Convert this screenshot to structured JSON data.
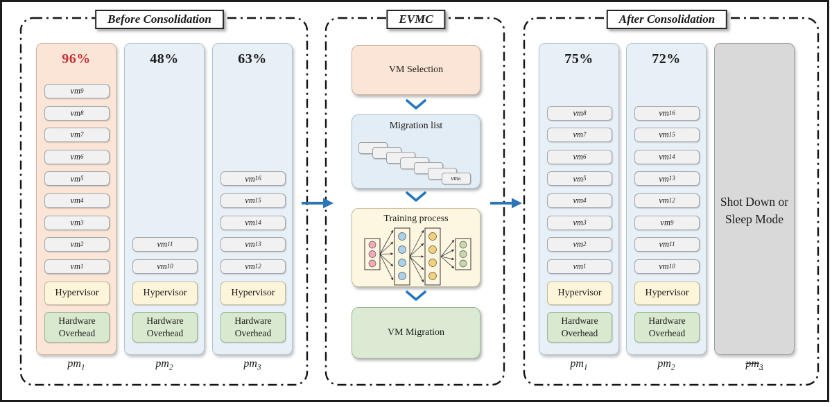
{
  "titles": {
    "before": "Before Consolidation",
    "evmc": "EVMC",
    "after": "After Consolidation"
  },
  "vm_prefix": "vm",
  "pm_prefix": "pm",
  "labels": {
    "hypervisor": "Hypervisor",
    "hardware": "Hardware Overhead"
  },
  "colors": {
    "peach": "#fbe5d6",
    "lightblue": "#e8f0f7",
    "evmcblue": "#e3edf6",
    "cream": "#fdf7e2",
    "green": "#dcead3",
    "yellow": "#fdf5d9",
    "hwgreen": "#d9e9d0",
    "gray": "#d9d9d9",
    "vmgray": "#f1f1f1",
    "red": "#c53437",
    "arrow": "#2e75b6",
    "chevron": "#2177bd"
  },
  "before": {
    "columns": [
      {
        "pm_sub": "1",
        "percent": "96%",
        "percent_red": true,
        "type": "peach",
        "vms": [
          {
            "sub": "9",
            "row": 1
          },
          {
            "sub": "8",
            "row": 2
          },
          {
            "sub": "7",
            "row": 3
          },
          {
            "sub": "6",
            "row": 4
          },
          {
            "sub": "5",
            "row": 5
          },
          {
            "sub": "4",
            "row": 6
          },
          {
            "sub": "3",
            "row": 7
          },
          {
            "sub": "2",
            "row": 8
          },
          {
            "sub": "1",
            "row": 9
          }
        ],
        "stack": true
      },
      {
        "pm_sub": "2",
        "percent": "48%",
        "percent_red": false,
        "type": "blue",
        "vms": [
          {
            "sub": "11",
            "row": 8
          },
          {
            "sub": "10",
            "row": 9
          }
        ],
        "stack": true
      },
      {
        "pm_sub": "3",
        "percent": "63%",
        "percent_red": false,
        "type": "blue",
        "vms": [
          {
            "sub": "16",
            "row": 5
          },
          {
            "sub": "15",
            "row": 6
          },
          {
            "sub": "14",
            "row": 7
          },
          {
            "sub": "13",
            "row": 8
          },
          {
            "sub": "12",
            "row": 9
          }
        ],
        "stack": true
      }
    ]
  },
  "after": {
    "columns": [
      {
        "pm_sub": "1",
        "percent": "75%",
        "percent_red": false,
        "type": "blue",
        "vms": [
          {
            "sub": "8",
            "row": 2
          },
          {
            "sub": "7",
            "row": 3
          },
          {
            "sub": "6",
            "row": 4
          },
          {
            "sub": "5",
            "row": 5
          },
          {
            "sub": "4",
            "row": 6
          },
          {
            "sub": "3",
            "row": 7
          },
          {
            "sub": "2",
            "row": 8
          },
          {
            "sub": "1",
            "row": 9
          }
        ],
        "stack": true
      },
      {
        "pm_sub": "2",
        "percent": "72%",
        "percent_red": false,
        "type": "blue",
        "vms": [
          {
            "sub": "16",
            "row": 2
          },
          {
            "sub": "15",
            "row": 3
          },
          {
            "sub": "14",
            "row": 4
          },
          {
            "sub": "13",
            "row": 5
          },
          {
            "sub": "12",
            "row": 6
          },
          {
            "sub": "9",
            "row": 7
          },
          {
            "sub": "11",
            "row": 8
          },
          {
            "sub": "10",
            "row": 9
          }
        ],
        "stack": true
      },
      {
        "pm_sub": "3",
        "type": "gray",
        "struck": true,
        "stack": false,
        "label": "Shot Down or Sleep Mode"
      }
    ]
  },
  "evmc": {
    "steps": [
      {
        "label": "VM Selection"
      },
      {
        "label": "Migration list"
      },
      {
        "label": "Training process"
      },
      {
        "label": "VM Migration"
      }
    ],
    "cascade": {
      "count": 7,
      "last_prefix": "vm",
      "last_sub": "n"
    }
  }
}
